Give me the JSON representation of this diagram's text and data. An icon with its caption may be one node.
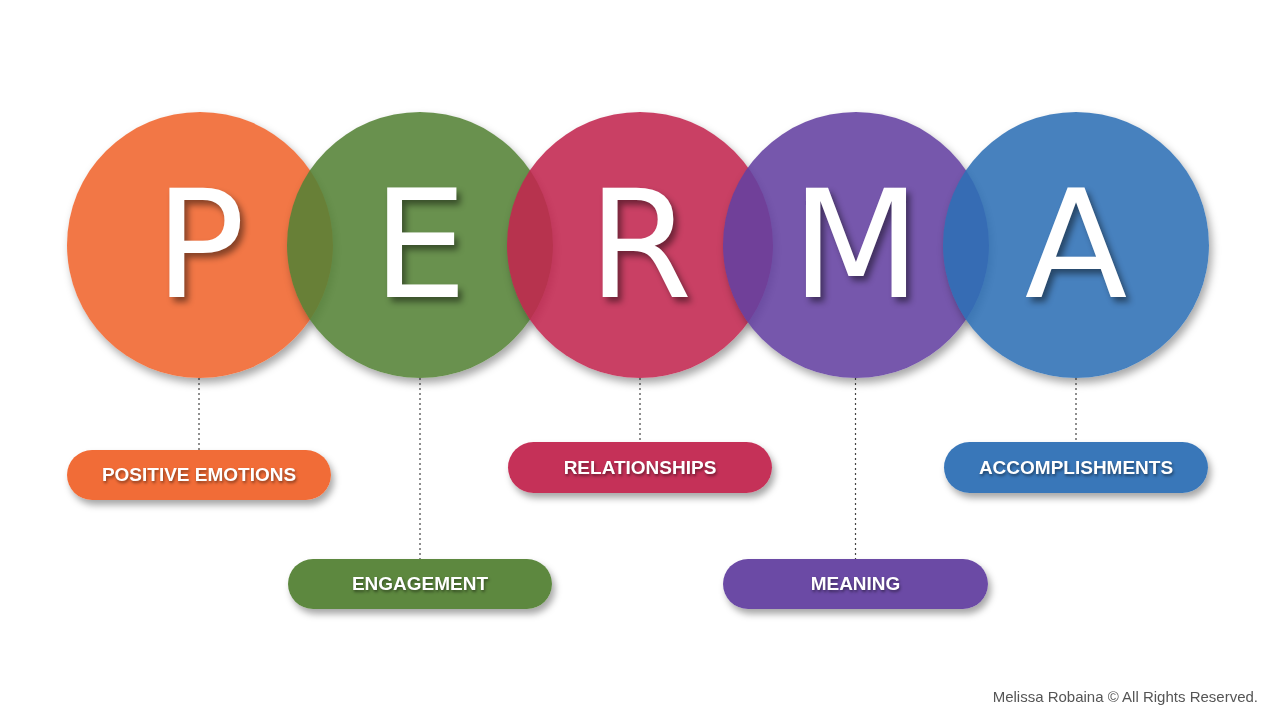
{
  "diagram": {
    "nodes": [
      {
        "text": [
          "P"
        ]
      },
      {
        "text": [
          "E"
        ]
      },
      {
        "text": [
          "R"
        ]
      },
      {
        "text": [
          "M"
        ]
      },
      {
        "text": [
          "A"
        ]
      },
      {
        "text": [
          "POSITIVE EMOTIONS"
        ]
      },
      {
        "text": [
          "ENGAGEMENT"
        ]
      },
      {
        "text": [
          "RELATIONSHIPS"
        ]
      },
      {
        "text": [
          "MEANING"
        ]
      },
      {
        "text": [
          "ACCOMPLISHMENTS"
        ]
      }
    ],
    "edges": [
      {
        "from": 0,
        "to": 5,
        "arrow": "none",
        "style": "dashed"
      },
      {
        "from": 1,
        "to": 6,
        "arrow": "none",
        "style": "dashed"
      },
      {
        "from": 2,
        "to": 7,
        "arrow": "none",
        "style": "dashed"
      },
      {
        "from": 3,
        "to": 8,
        "arrow": "none",
        "style": "dashed"
      },
      {
        "from": 4,
        "to": 9,
        "arrow": "none",
        "style": "dashed"
      }
    ],
    "labels": [
      "Melissa Robaina © All Rights Reserved."
    ]
  }
}
